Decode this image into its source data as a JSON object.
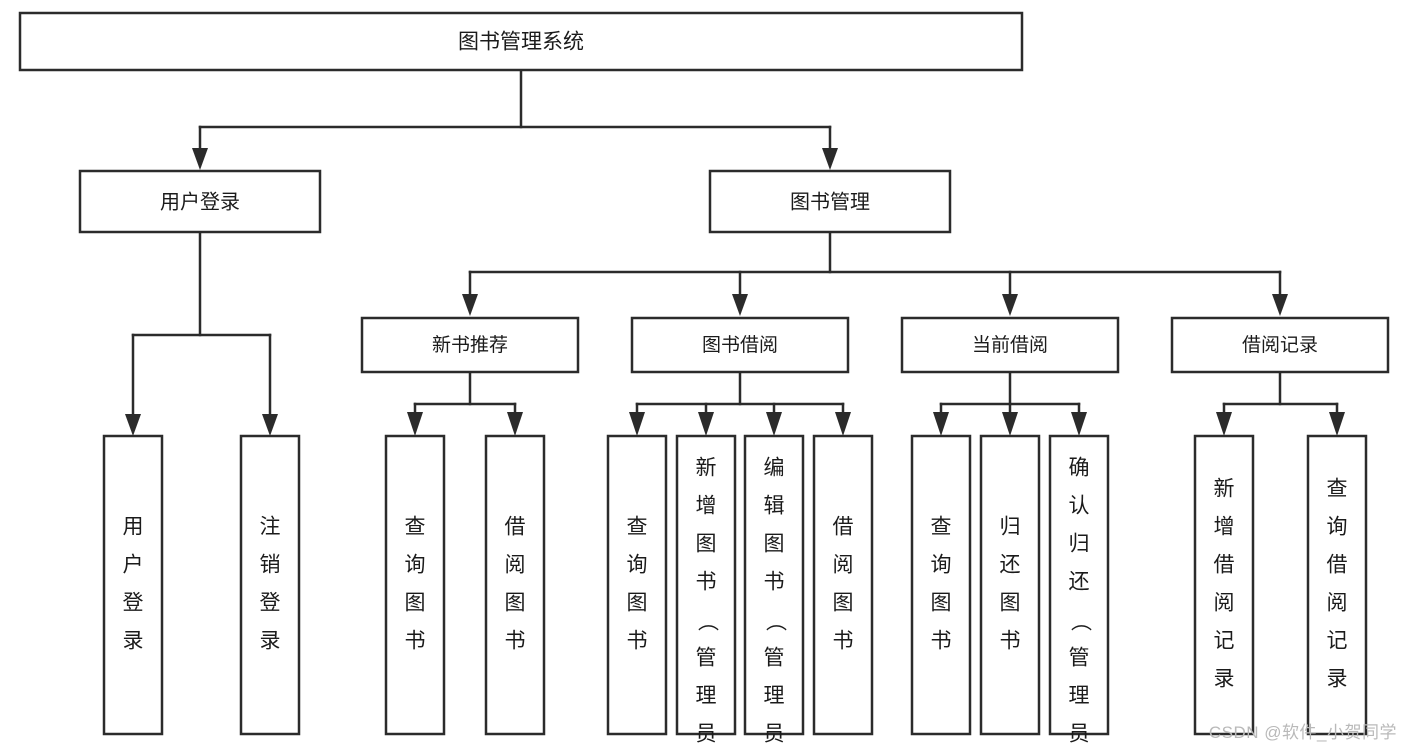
{
  "diagram": {
    "type": "tree-hierarchy-chart",
    "title": "图书管理系统",
    "watermark": "CSDN @软件_小贺同学",
    "colors": {
      "stroke": "#2b2b2b",
      "fill": "#ffffff",
      "text": "#1b1b1b",
      "watermark": "#b9b9b9"
    },
    "root": {
      "label": "图书管理系统"
    },
    "level2": [
      {
        "label": "用户登录"
      },
      {
        "label": "图书管理"
      }
    ],
    "level3": [
      {
        "label": "新书推荐",
        "parent": "图书管理"
      },
      {
        "label": "图书借阅",
        "parent": "图书管理"
      },
      {
        "label": "当前借阅",
        "parent": "图书管理"
      },
      {
        "label": "借阅记录",
        "parent": "图书管理"
      }
    ],
    "leaves": [
      {
        "label": "用户登录",
        "parent": "用户登录"
      },
      {
        "label": "注销登录",
        "parent": "用户登录"
      },
      {
        "label": "查询图书",
        "parent": "新书推荐"
      },
      {
        "label": "借阅图书",
        "parent": "新书推荐"
      },
      {
        "label": "查询图书",
        "parent": "图书借阅"
      },
      {
        "label": "新增图书（管理员）",
        "parent": "图书借阅"
      },
      {
        "label": "编辑图书（管理员）",
        "parent": "图书借阅"
      },
      {
        "label": "借阅图书",
        "parent": "图书借阅"
      },
      {
        "label": "查询图书",
        "parent": "当前借阅"
      },
      {
        "label": "归还图书",
        "parent": "当前借阅"
      },
      {
        "label": "确认归还（管理员）",
        "parent": "当前借阅"
      },
      {
        "label": "新增借阅记录",
        "parent": "借阅记录"
      },
      {
        "label": "查询借阅记录",
        "parent": "借阅记录"
      }
    ]
  }
}
